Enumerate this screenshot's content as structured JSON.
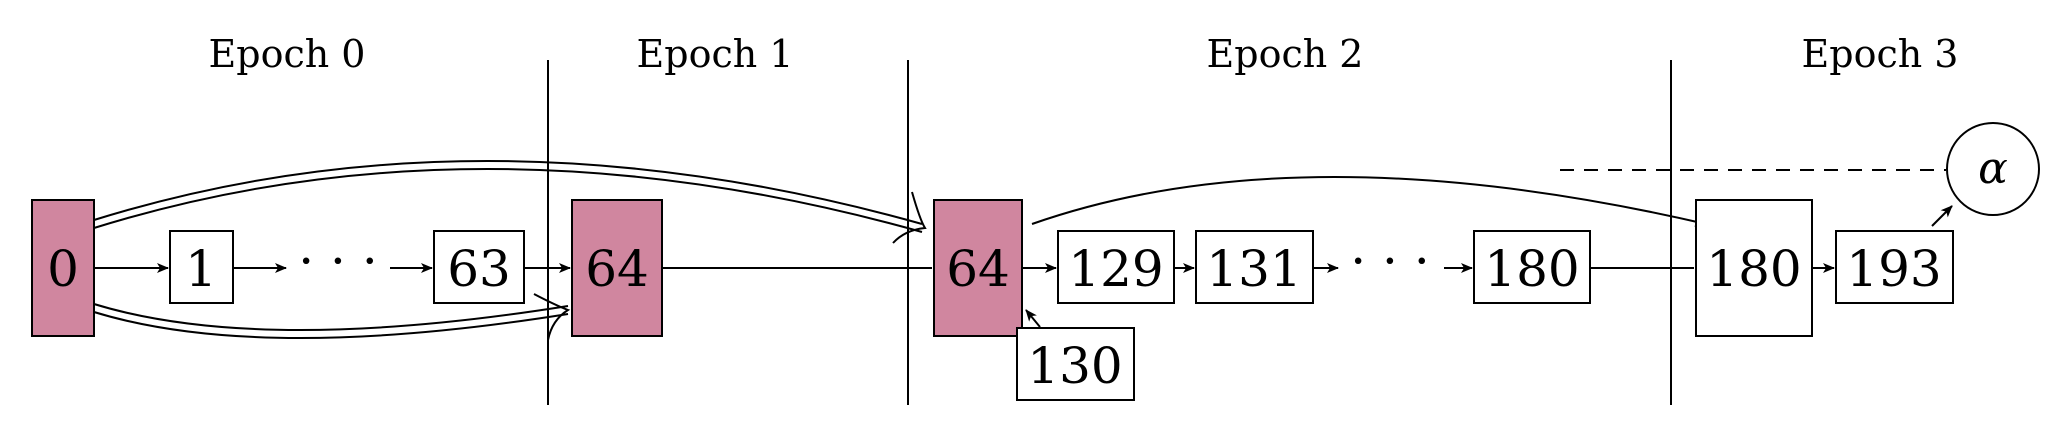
{
  "colors": {
    "highlight_fill": "#d0869f",
    "box_fill": "#ffffff",
    "stroke": "#000000"
  },
  "epochs": [
    {
      "id": "epoch-0",
      "label": "Epoch 0"
    },
    {
      "id": "epoch-1",
      "label": "Epoch 1"
    },
    {
      "id": "epoch-2",
      "label": "Epoch 2"
    },
    {
      "id": "epoch-3",
      "label": "Epoch 3"
    }
  ],
  "nodes": [
    {
      "id": "n0",
      "label": "0",
      "highlight": true
    },
    {
      "id": "n1",
      "label": "1",
      "highlight": false
    },
    {
      "id": "n63",
      "label": "63",
      "highlight": false
    },
    {
      "id": "n64a",
      "label": "64",
      "highlight": true
    },
    {
      "id": "n64b",
      "label": "64",
      "highlight": true
    },
    {
      "id": "n129",
      "label": "129",
      "highlight": false
    },
    {
      "id": "n131",
      "label": "131",
      "highlight": false
    },
    {
      "id": "n180a",
      "label": "180",
      "highlight": false
    },
    {
      "id": "n130",
      "label": "130",
      "highlight": false
    },
    {
      "id": "n180b",
      "label": "180",
      "highlight": false
    },
    {
      "id": "n193",
      "label": "193",
      "highlight": false
    }
  ],
  "ellipsis": "· · ·",
  "alpha": {
    "label": "α"
  }
}
